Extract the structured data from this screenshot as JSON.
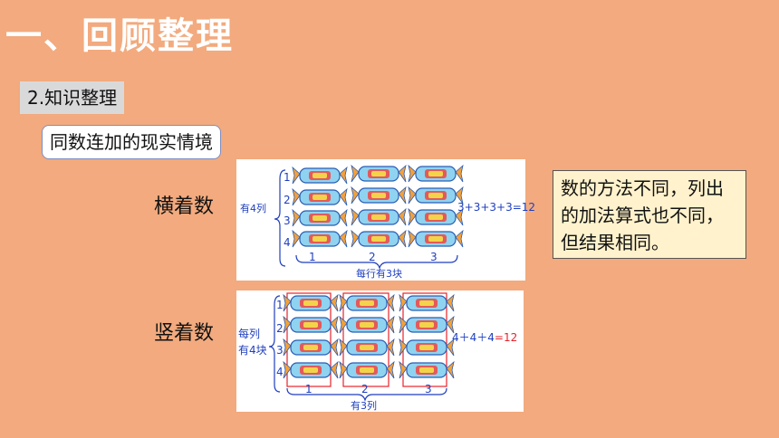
{
  "title": "一、回顾整理",
  "section_label": "2.知识整理",
  "topic": "同数连加的现实情境",
  "rows": [
    {
      "label": "横着数",
      "brace_text": "有4列",
      "row_numbers": [
        "1",
        "2",
        "3",
        "4"
      ],
      "col_numbers": [
        "1",
        "2",
        "3"
      ],
      "bottom_text": "每行有3块",
      "equation": "3+3+3+3=12"
    },
    {
      "label": "竖着数",
      "side_text_1": "每列",
      "side_text_2": "有4块",
      "row_numbers": [
        "1",
        "2",
        "3",
        "4"
      ],
      "col_numbers": [
        "1",
        "2",
        "3"
      ],
      "bottom_text": "有3列",
      "equation_main": "4＋4＋4",
      "equation_result": "=12"
    }
  ],
  "note": "数的方法不同，列出的加法算式也不同，但结果相同。",
  "colors": {
    "background": "#F2AA7E",
    "blue_text": "#1F3FBF",
    "red_text": "#E8232A",
    "note_bg": "#FFF2CC"
  }
}
